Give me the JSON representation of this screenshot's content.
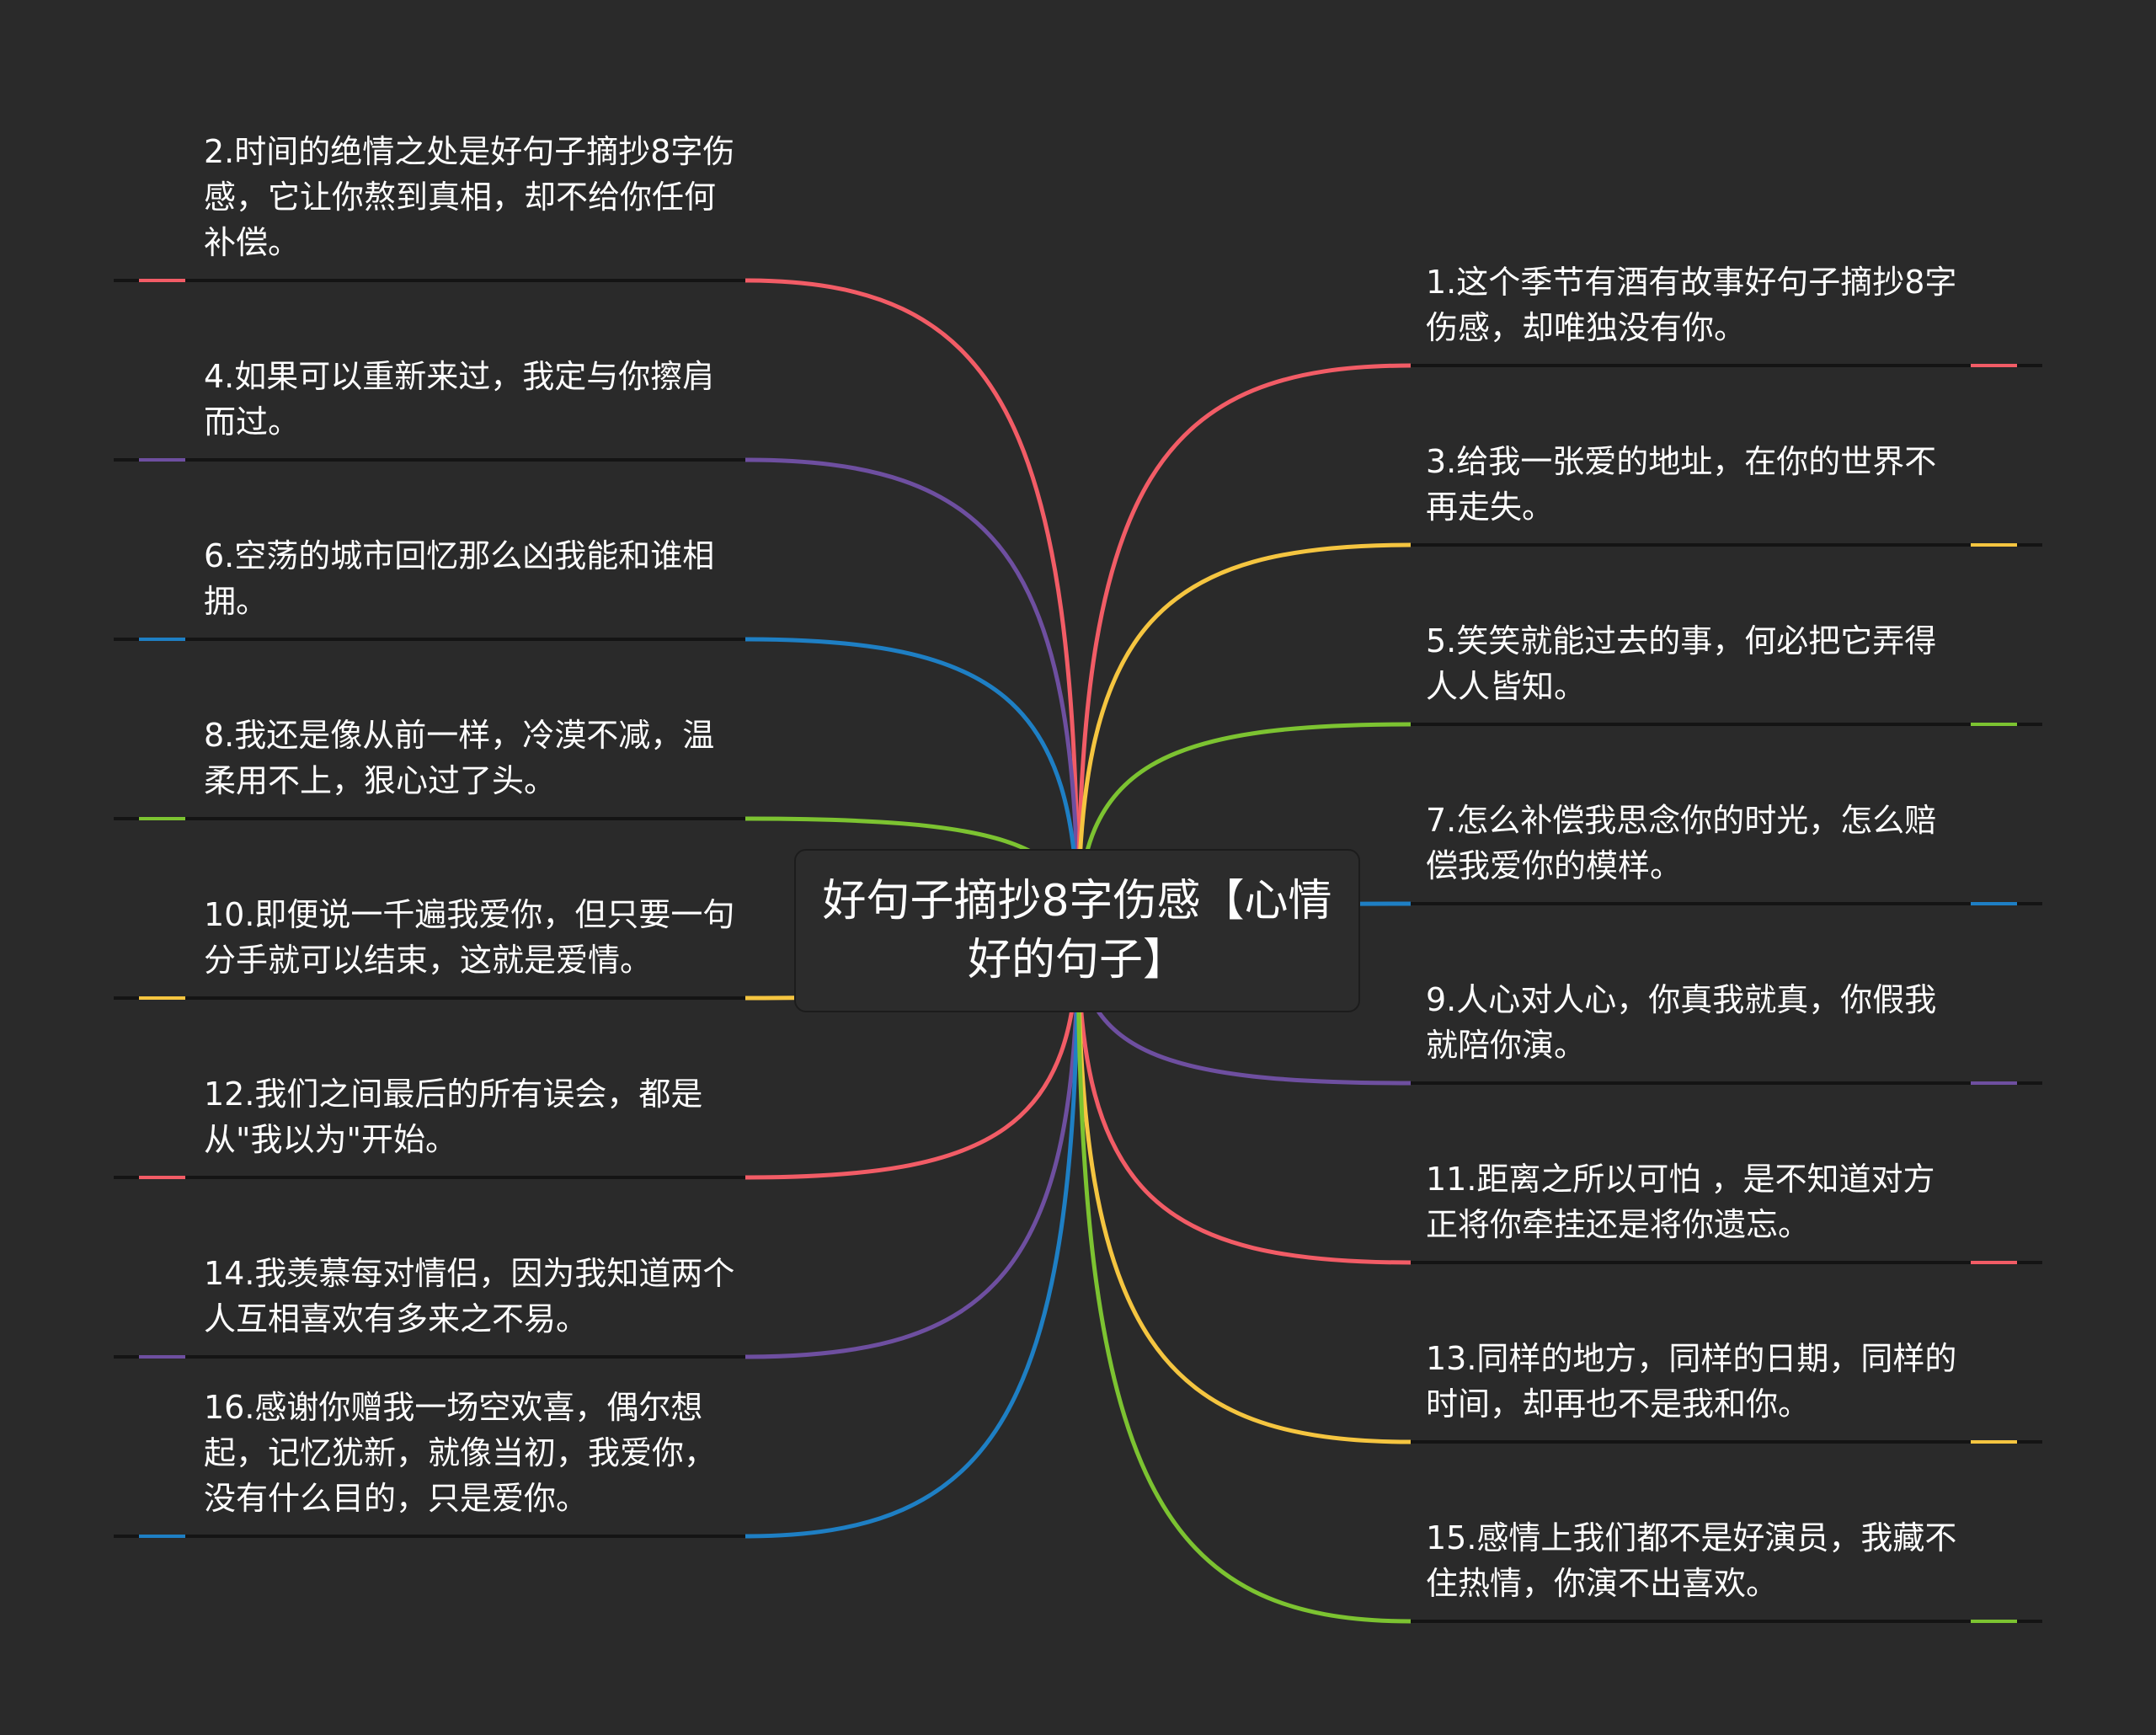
{
  "center": {
    "title": "好句子摘抄8字伤感【心情好的句子】"
  },
  "colors": {
    "background": "#2a2a2a",
    "red": "#f25c66",
    "purple": "#6e4fa0",
    "blue": "#1e7fc4",
    "green": "#7cc331",
    "yellow": "#f5c540",
    "underline": "#141414"
  },
  "left_items": [
    {
      "text": "2.时间的绝情之处是好句子摘抄8字伤感，它让你熬到真相，却不给你任何补偿。",
      "color": "red"
    },
    {
      "text": "4.如果可以重新来过，我定与你擦肩而过。",
      "color": "purple"
    },
    {
      "text": "6.空荡的城市回忆那么凶我能和谁相拥。",
      "color": "blue"
    },
    {
      "text": "8.我还是像从前一样，冷漠不减，温柔用不上，狠心过了头。",
      "color": "green"
    },
    {
      "text": "10.即便说一千遍我爱你，但只要一句分手就可以结束，这就是爱情。",
      "color": "yellow"
    },
    {
      "text": "12.我们之间最后的所有误会，都是从\"我以为\"开始。",
      "color": "red"
    },
    {
      "text": "14.我羡慕每对情侣，因为我知道两个人互相喜欢有多来之不易。",
      "color": "purple"
    },
    {
      "text": "16.感谢你赠我一场空欢喜，偶尔想起，记忆犹新，就像当初，我爱你，没有什么目的，只是爱你。",
      "color": "blue"
    }
  ],
  "right_items": [
    {
      "text": "1.这个季节有酒有故事好句子摘抄8字伤感，却唯独没有你。",
      "color": "red"
    },
    {
      "text": "3.给我一张爱的地址，在你的世界不再走失。",
      "color": "yellow"
    },
    {
      "text": "5.笑笑就能过去的事，何必把它弄得人人皆知。",
      "color": "green"
    },
    {
      "text": "7.怎么补偿我思念你的时光，怎么赔偿我爱你的模样。",
      "color": "blue"
    },
    {
      "text": "9.人心对人心，你真我就真，你假我就陪你演。",
      "color": "purple"
    },
    {
      "text": "11.距离之所以可怕 ，是不知道对方正将你牵挂还是将你遗忘。",
      "color": "red"
    },
    {
      "text": "13.同样的地方，同样的日期，同样的时间，却再也不是我和你。",
      "color": "yellow"
    },
    {
      "text": "15.感情上我们都不是好演员，我藏不住热情，你演不出喜欢。",
      "color": "green"
    }
  ]
}
